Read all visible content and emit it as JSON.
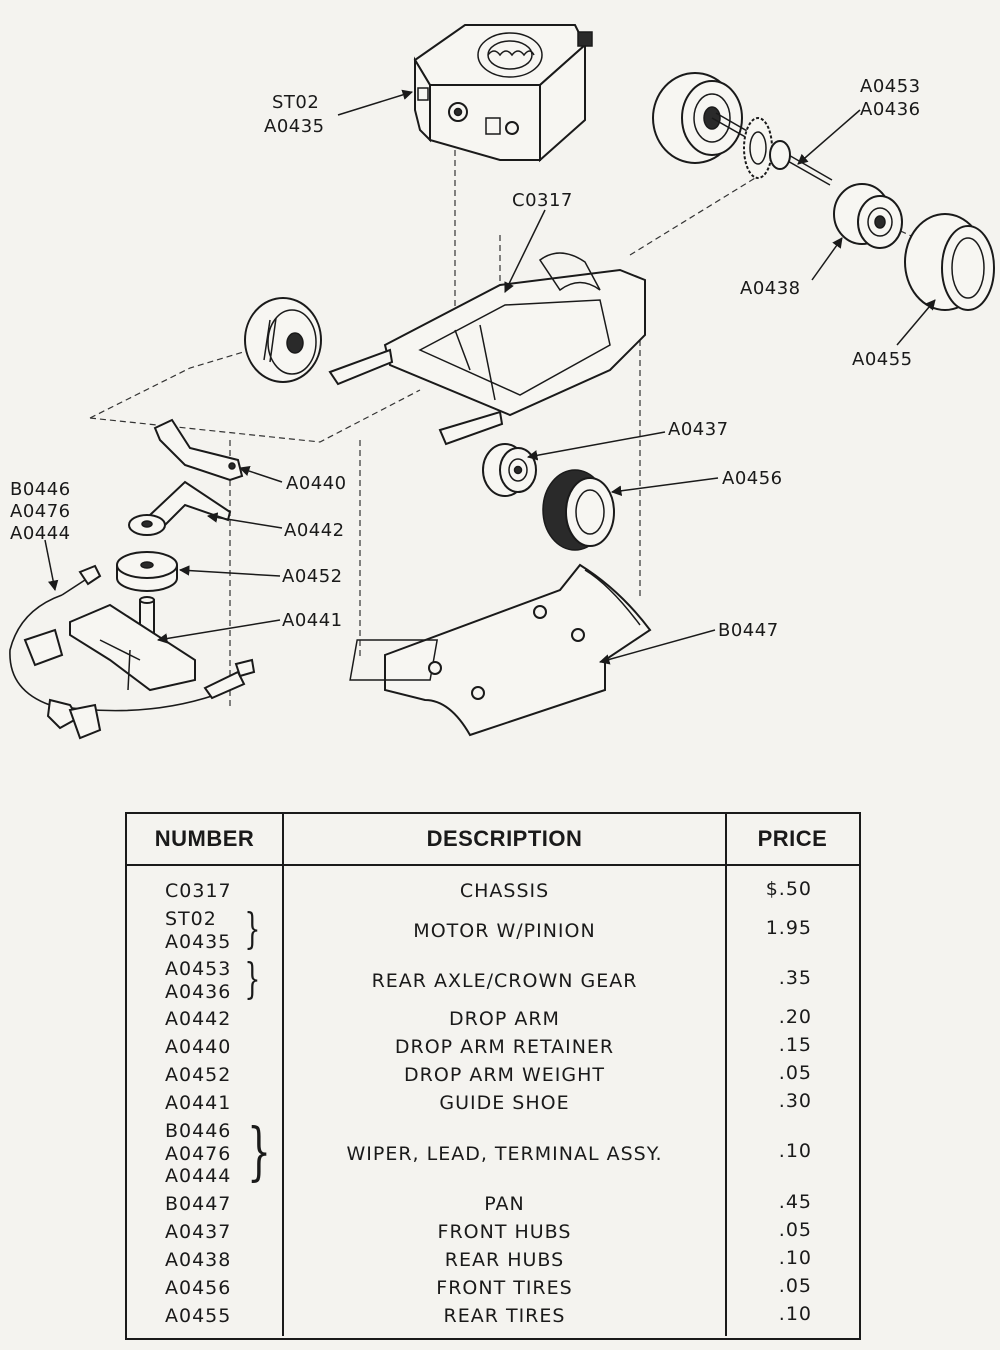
{
  "labels": {
    "st02": "ST02",
    "a0435": "A0435",
    "a0453": "A0453",
    "a0436": "A0436",
    "c0317": "C0317",
    "a0438": "A0438",
    "a0455": "A0455",
    "a0437": "A0437",
    "a0456": "A0456",
    "a0440": "A0440",
    "a0442": "A0442",
    "a0452": "A0452",
    "a0441": "A0441",
    "b0446": "B0446",
    "a0476": "A0476",
    "a0444": "A0444",
    "b0447": "B0447"
  },
  "table": {
    "headers": {
      "number": "NUMBER",
      "description": "DESCRIPTION",
      "price": "PRICE"
    },
    "rows": [
      {
        "numbers": [
          "C0317"
        ],
        "description": "CHASSIS",
        "price": "$.50"
      },
      {
        "numbers": [
          "ST02",
          "A0435"
        ],
        "description": "MOTOR W/PINION",
        "price": "1.95"
      },
      {
        "numbers": [
          "A0453",
          "A0436"
        ],
        "description": "REAR AXLE/CROWN GEAR",
        "price": ".35"
      },
      {
        "numbers": [
          "A0442"
        ],
        "description": "DROP ARM",
        "price": ".20"
      },
      {
        "numbers": [
          "A0440"
        ],
        "description": "DROP ARM RETAINER",
        "price": ".15"
      },
      {
        "numbers": [
          "A0452"
        ],
        "description": "DROP ARM WEIGHT",
        "price": ".05"
      },
      {
        "numbers": [
          "A0441"
        ],
        "description": "GUIDE SHOE",
        "price": ".30"
      },
      {
        "numbers": [
          "B0446",
          "A0476",
          "A0444"
        ],
        "description": "WIPER, LEAD, TERMINAL ASSY.",
        "price": ".10"
      },
      {
        "numbers": [
          "B0447"
        ],
        "description": "PAN",
        "price": ".45"
      },
      {
        "numbers": [
          "A0437"
        ],
        "description": "FRONT HUBS",
        "price": ".05"
      },
      {
        "numbers": [
          "A0438"
        ],
        "description": "REAR HUBS",
        "price": ".10"
      },
      {
        "numbers": [
          "A0456"
        ],
        "description": "FRONT TIRES",
        "price": ".05"
      },
      {
        "numbers": [
          "A0455"
        ],
        "description": "REAR TIRES",
        "price": ".10"
      }
    ]
  }
}
